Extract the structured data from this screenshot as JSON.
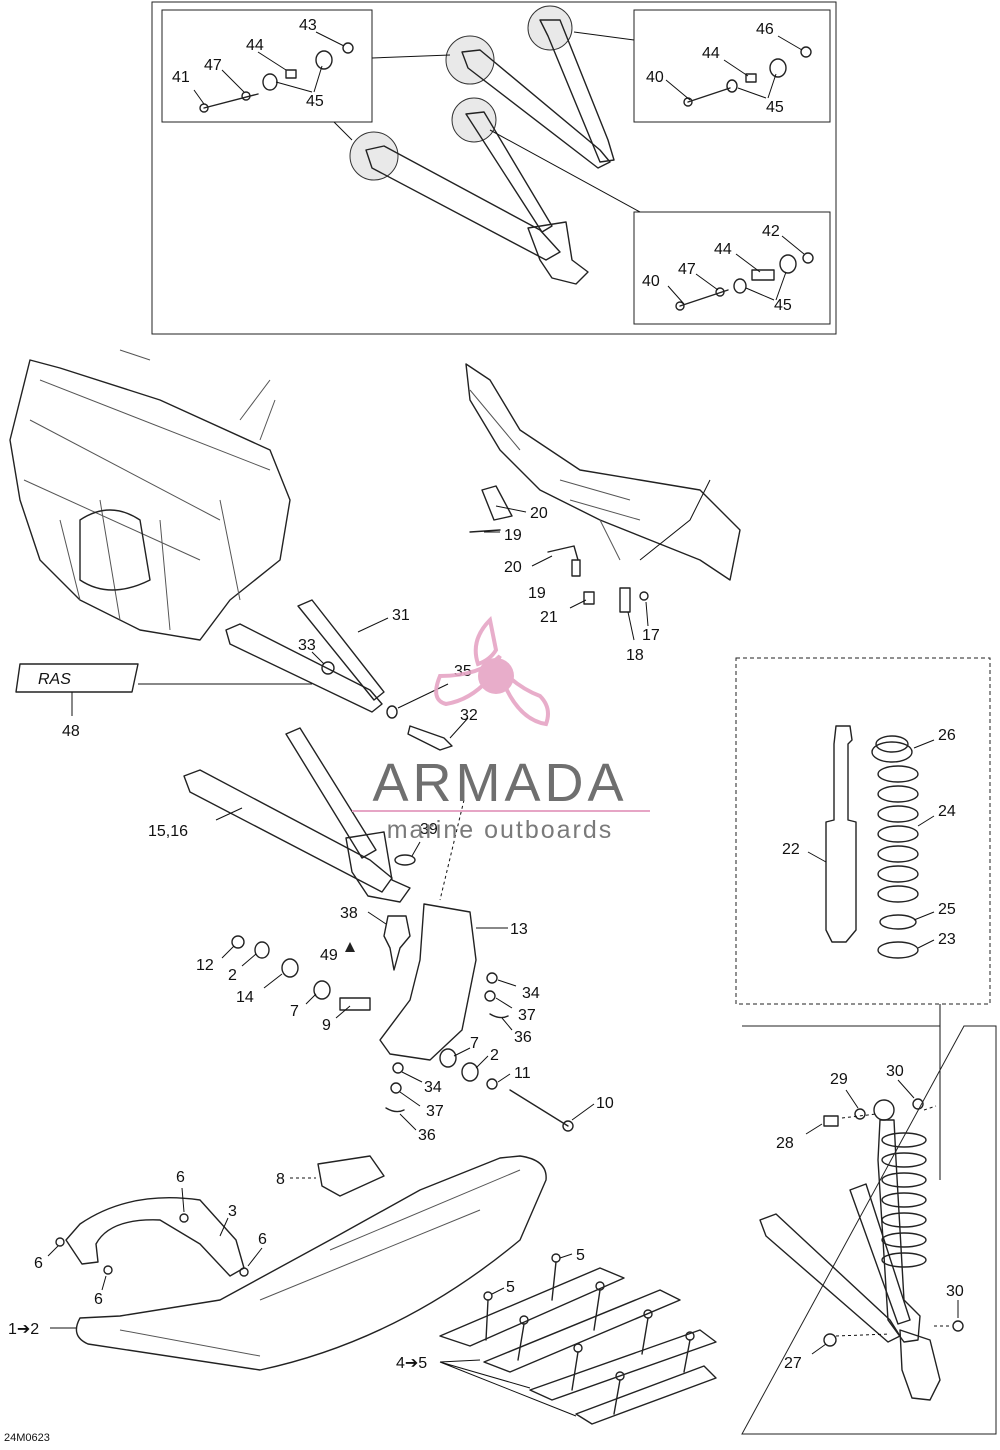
{
  "callouts": {
    "n1_2": "1➔2",
    "n3": "3",
    "n4_5": "4➔5",
    "n5a": "5",
    "n5b": "5",
    "n6a": "6",
    "n6b": "6",
    "n6c": "6",
    "n6d": "6",
    "n7a": "7",
    "n7b": "7",
    "n8": "8",
    "n9": "9",
    "n10": "10",
    "n11": "11",
    "n12": "12",
    "n2a": "2",
    "n2b": "2",
    "n13": "13",
    "n14": "14",
    "n15_16": "15,16",
    "n17": "17",
    "n18": "18",
    "n19a": "19",
    "n19b": "19",
    "n20a": "20",
    "n20b": "20",
    "n21": "21",
    "n22": "22",
    "n23": "23",
    "n24": "24",
    "n25": "25",
    "n26": "26",
    "n27": "27",
    "n28": "28",
    "n29": "29",
    "n30a": "30",
    "n30b": "30",
    "n31": "31",
    "n32": "32",
    "n33": "33",
    "n34a": "34",
    "n34b": "34",
    "n35": "35",
    "n36a": "36",
    "n36b": "36",
    "n37a": "37",
    "n37b": "37",
    "n38": "38",
    "n39": "39",
    "n40a": "40",
    "n40b": "40",
    "n41": "41",
    "n42": "42",
    "n43": "43",
    "n44a": "44",
    "n44b": "44",
    "n44c": "44",
    "n45a": "45",
    "n45b": "45",
    "n45c": "45",
    "n46": "46",
    "n47a": "47",
    "n47b": "47",
    "n48": "48",
    "n49": "49"
  },
  "figure_code": "24M0623",
  "watermark": {
    "brand": "ARMADA",
    "tagline": "marine outboards"
  },
  "decal_text": "RAS",
  "colors": {
    "watermark_logo": "#e6a5c5",
    "watermark_text": "#6f6f6f",
    "line_art": "#222222"
  }
}
